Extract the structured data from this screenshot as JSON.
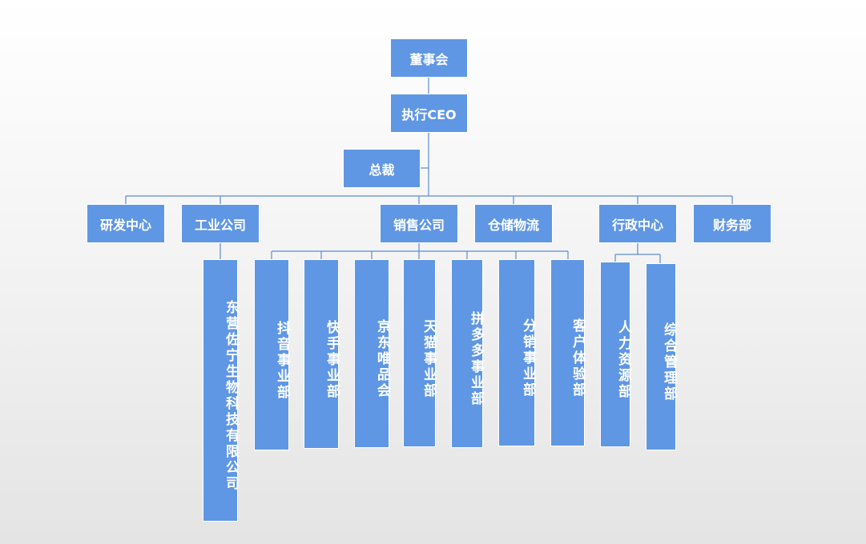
{
  "colors": {
    "node_fill": "#6097e4",
    "connector": "#5b8ccf",
    "text": "#ffffff"
  },
  "nodes": {
    "board": "董事会",
    "ceo": "执行CEO",
    "gm": "总裁",
    "rd": "研发中心",
    "industry": "工业公司",
    "sales": "销售公司",
    "warehouse": "仓储物流",
    "admin": "行政中心",
    "finance": "财务部",
    "dongying": "东营佐宁生物科技有限公司",
    "douyin": "抖音事业部",
    "kuaishou": "快手事业部",
    "jd_vip": "京东唯品会",
    "tmall": "天猫事业部",
    "pdd": "拼多多事业部",
    "distribution": "分销事业部",
    "cx": "客户体验部",
    "hr": "人力资源部",
    "general_mgmt": "综合管理部"
  }
}
